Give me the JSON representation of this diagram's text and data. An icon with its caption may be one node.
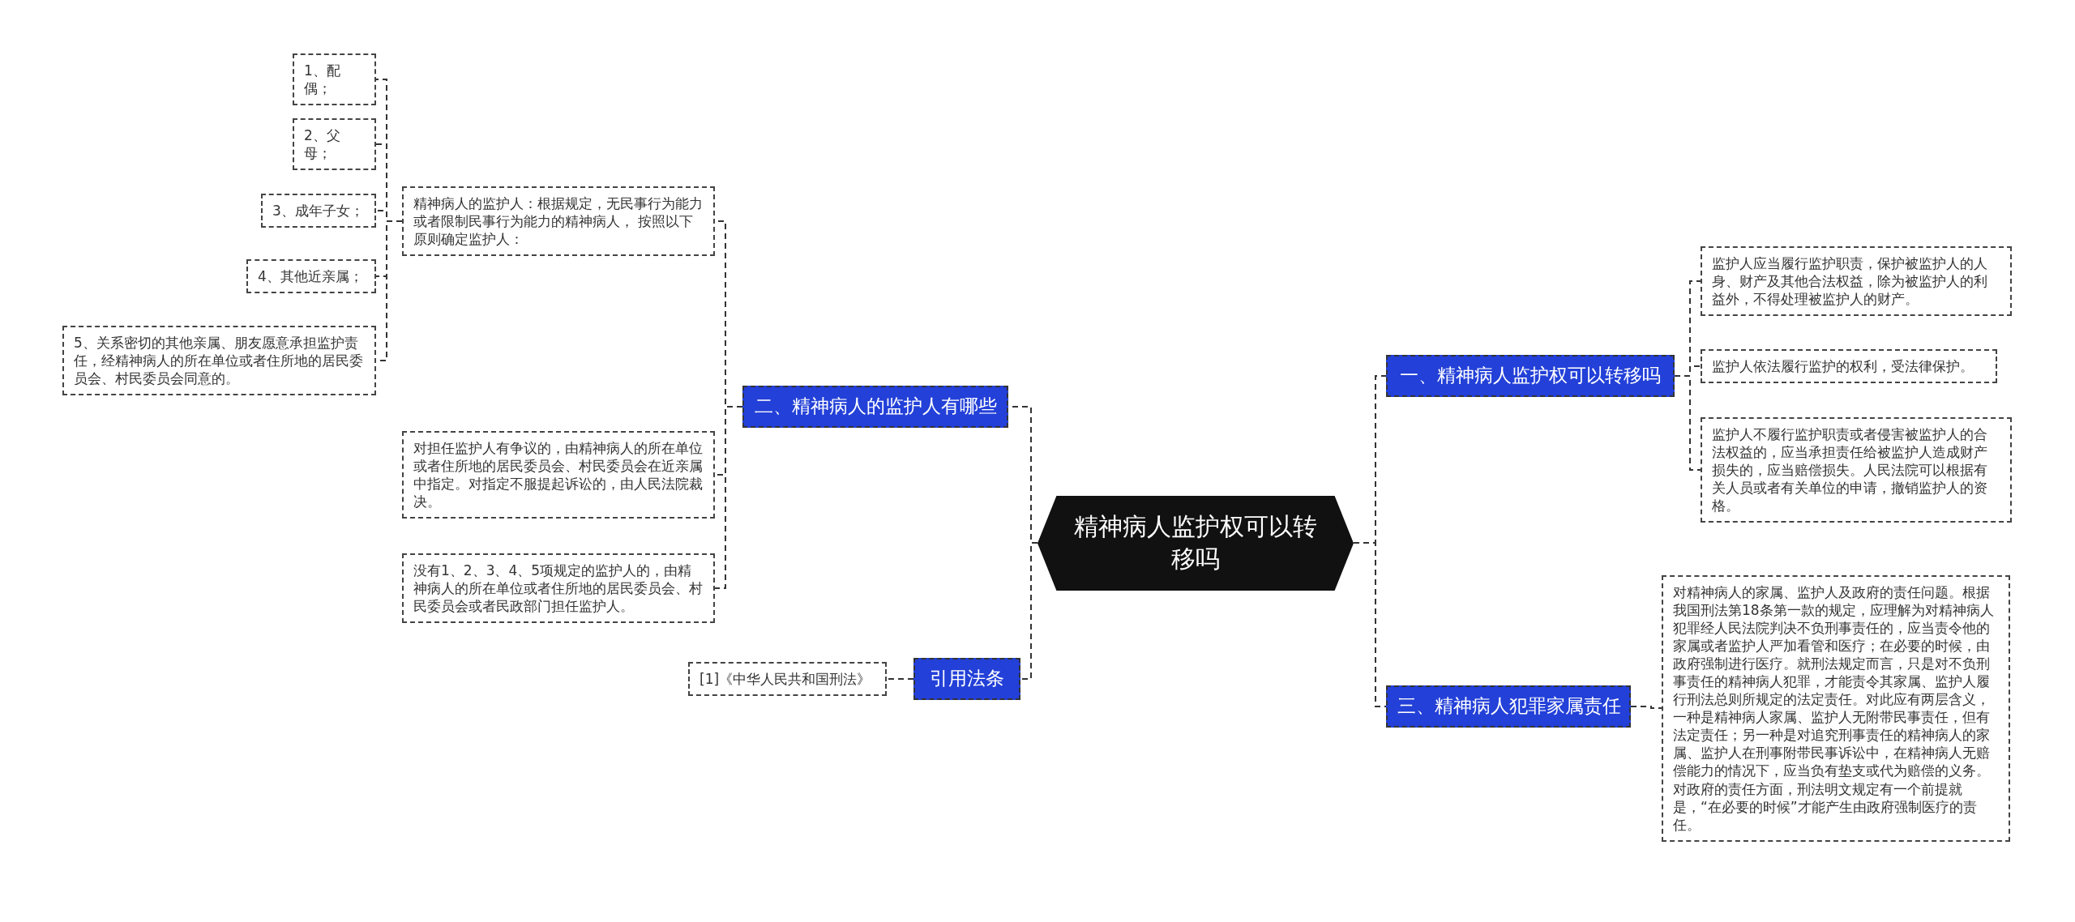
{
  "diagram": {
    "nodes": [
      {
        "text": [
          "精神病人监护权可以转移吗"
        ]
      },
      {
        "text": [
          "一、精神病人监护权可以转移吗"
        ]
      },
      {
        "text": [
          "监护人应当履行监护职责，保护被监护人的人身、财产及其他合法权益，除为被监护人的利益外，不得处理被监护人的财产。"
        ]
      },
      {
        "text": [
          "监护人依法履行监护的权利，受法律保护。"
        ]
      },
      {
        "text": [
          "监护人不履行监护职责或者侵害被监护人的合法权益的，应当承担责任给被监护人造成财产损失的，应当赔偿损失。人民法院可以根据有关人员或者有关单位的申请，撤销监护人的资格。"
        ]
      },
      {
        "text": [
          "三、精神病人犯罪家属责任"
        ]
      },
      {
        "text": [
          "对精神病人的家属、监护人及政府的责任问题。根据我国刑法第18条第一款的规定，应理解为对精神病人犯罪经人民法院判决不负刑事责任的，应当责令他的家属或者监护人严加看管和医疗；在必要的时候，由政府强制进行医疗。就刑法规定而言，只是对不负刑事责任的精神病人犯罪，才能责令其家属、监护人履行刑法总则所规定的法定责任。对此应有两层含义，一种是精神病人家属、监护人无附带民事责任，但有法定责任；另一种是对追究刑事责任的精神病人的家属、监护人在刑事附带民事诉讼中，在精神病人无赔偿能力的情况下，应当负有垫支或代为赔偿的义务。对政府的责任方面，刑法明文规定有一个前提就是，“在必要的时候”才能产生由政府强制医疗的责任。"
        ]
      },
      {
        "text": [
          "二、精神病人的监护人有哪些"
        ]
      },
      {
        "text": [
          "精神病人的监护人：根据规定，无民事行为能力或者限制民事行为能力的精神病人， 按照以下原则确定监护人："
        ]
      },
      {
        "text": [
          "1、配偶；"
        ]
      },
      {
        "text": [
          "2、父母；"
        ]
      },
      {
        "text": [
          "3、成年子女；"
        ]
      },
      {
        "text": [
          "4、其他近亲属；"
        ]
      },
      {
        "text": [
          "5、关系密切的其他亲属、朋友愿意承担监护责任，经精神病人的所在单位或者住所地的居民委员会、村民委员会同意的。"
        ]
      },
      {
        "text": [
          "对担任监护人有争议的，由精神病人的所在单位或者住所地的居民委员会、村民委员会在近亲属中指定。对指定不服提起诉讼的，由人民法院裁决。"
        ]
      },
      {
        "text": [
          "没有1、2、3、4、5项规定的监护人的，由精神病人的所在单位或者住所地的居民委员会、村民委员会或者民政部门担任监护人。"
        ]
      },
      {
        "text": [
          "引用法条"
        ]
      },
      {
        "text": [
          "[1]《中华人民共和国刑法》"
        ]
      }
    ],
    "edges": [
      {
        "from": 0,
        "to": 1,
        "arrow": "none",
        "style": "dashed"
      },
      {
        "from": 1,
        "to": 2,
        "arrow": "none",
        "style": "dashed"
      },
      {
        "from": 1,
        "to": 3,
        "arrow": "none",
        "style": "dashed"
      },
      {
        "from": 1,
        "to": 4,
        "arrow": "none",
        "style": "dashed"
      },
      {
        "from": 0,
        "to": 5,
        "arrow": "none",
        "style": "dashed"
      },
      {
        "from": 5,
        "to": 6,
        "arrow": "none",
        "style": "dashed"
      },
      {
        "from": 0,
        "to": 7,
        "arrow": "none",
        "style": "dashed"
      },
      {
        "from": 7,
        "to": 8,
        "arrow": "none",
        "style": "dashed"
      },
      {
        "from": 8,
        "to": 9,
        "arrow": "none",
        "style": "dashed"
      },
      {
        "from": 8,
        "to": 10,
        "arrow": "none",
        "style": "dashed"
      },
      {
        "from": 8,
        "to": 11,
        "arrow": "none",
        "style": "dashed"
      },
      {
        "from": 8,
        "to": 12,
        "arrow": "none",
        "style": "dashed"
      },
      {
        "from": 8,
        "to": 13,
        "arrow": "none",
        "style": "dashed"
      },
      {
        "from": 7,
        "to": 14,
        "arrow": "none",
        "style": "dashed"
      },
      {
        "from": 7,
        "to": 15,
        "arrow": "none",
        "style": "dashed"
      },
      {
        "from": 0,
        "to": 16,
        "arrow": "none",
        "style": "dashed"
      },
      {
        "from": 16,
        "to": 17,
        "arrow": "none",
        "style": "dashed"
      }
    ]
  }
}
